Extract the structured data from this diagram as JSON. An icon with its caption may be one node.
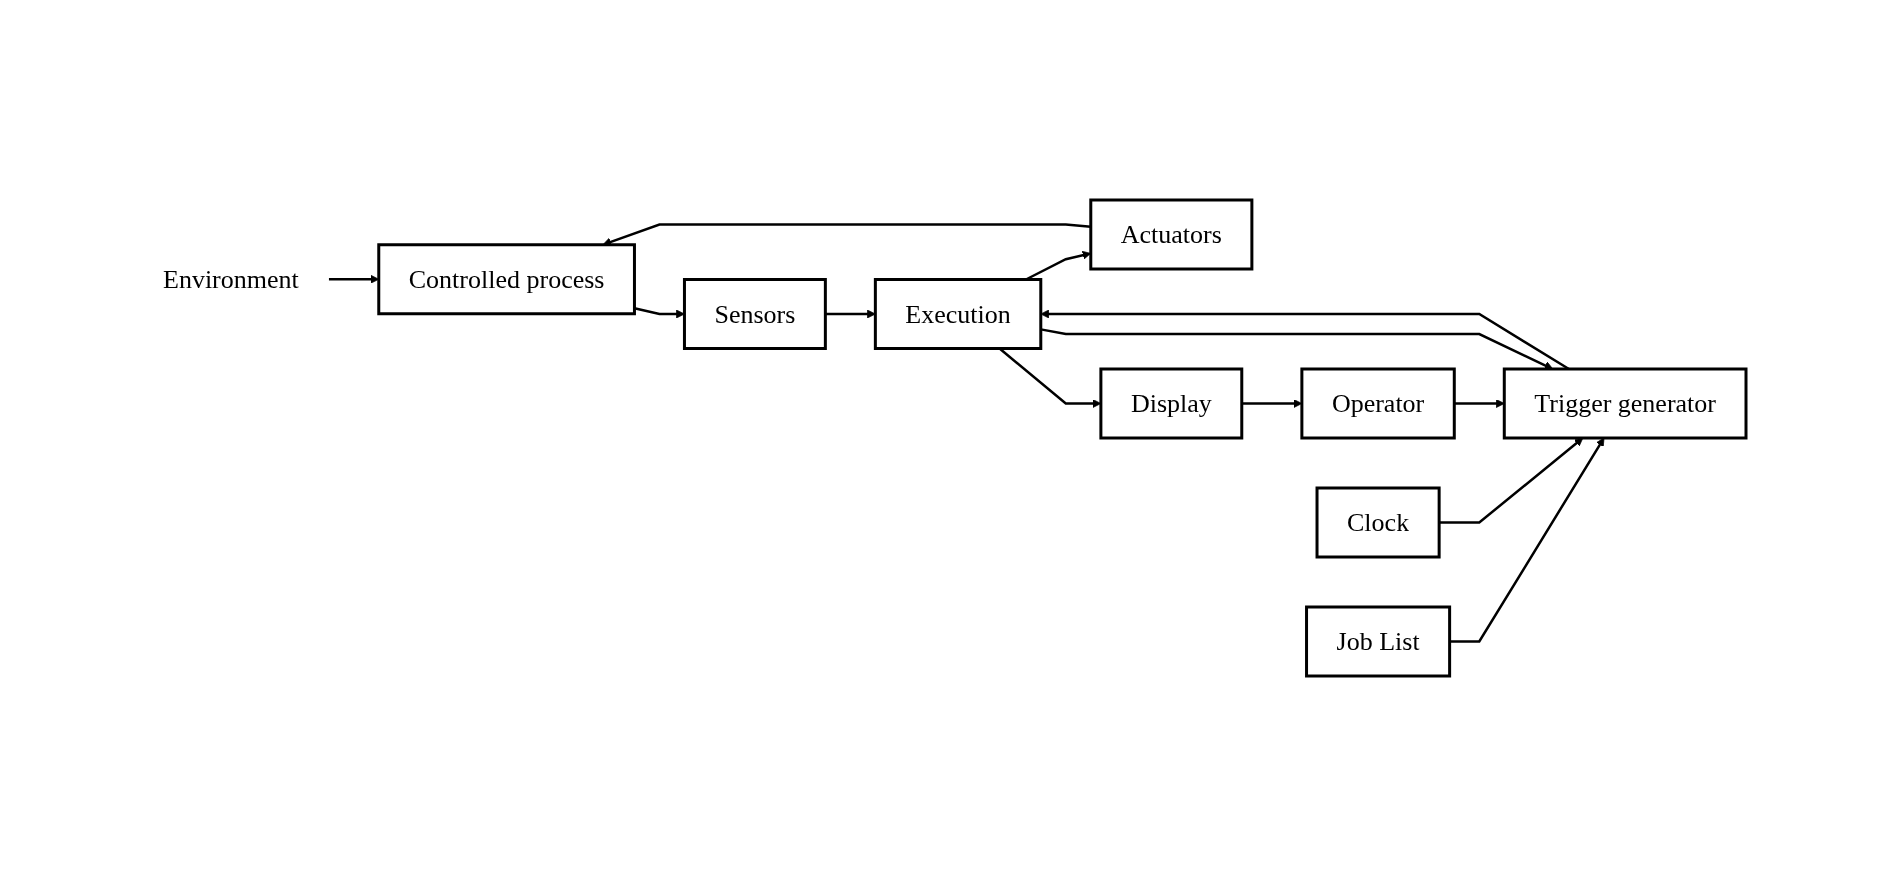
{
  "diagram": {
    "nodes": [
      {
        "text": [
          "Environment"
        ]
      },
      {
        "text": [
          "Controlled process"
        ]
      },
      {
        "text": [
          "Sensors"
        ]
      },
      {
        "text": [
          "Job List"
        ]
      },
      {
        "text": [
          "Clock"
        ]
      },
      {
        "text": [
          "Trigger generator"
        ]
      },
      {
        "text": [
          "Actuators"
        ]
      },
      {
        "text": [
          "Execution"
        ]
      },
      {
        "text": [
          "Display"
        ]
      },
      {
        "text": [
          "Operator"
        ]
      }
    ],
    "edges": [
      {
        "from": 0,
        "to": 1,
        "arrow": "to"
      },
      {
        "from": 1,
        "to": 2,
        "arrow": "to"
      },
      {
        "from": 2,
        "to": 7,
        "arrow": "to"
      },
      {
        "from": 3,
        "to": 5,
        "arrow": "to"
      },
      {
        "from": 4,
        "to": 5,
        "arrow": "to"
      },
      {
        "from": 9,
        "to": 5,
        "arrow": "to"
      },
      {
        "from": 7,
        "to": 5,
        "arrow": "to"
      },
      {
        "from": 5,
        "to": 7,
        "arrow": "to"
      },
      {
        "from": 7,
        "to": 6,
        "arrow": "to"
      },
      {
        "from": 6,
        "to": 1,
        "arrow": "to"
      },
      {
        "from": 7,
        "to": 8,
        "arrow": "to"
      },
      {
        "from": 8,
        "to": 9,
        "arrow": "to"
      }
    ]
  }
}
